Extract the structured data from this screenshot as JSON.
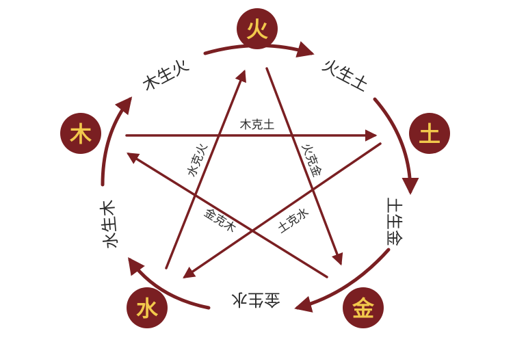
{
  "colors": {
    "accent": "#7a1f22",
    "node_fill": "#7a1f22",
    "node_text": "#f2c94c",
    "label_text": "#2b2b2b",
    "background": "#ffffff"
  },
  "nodes": {
    "fire": "火",
    "earth": "土",
    "metal": "金",
    "water": "水",
    "wood": "木"
  },
  "generating_labels": {
    "wood_fire": "木生火",
    "fire_earth": "火生土",
    "earth_metal": "土生金",
    "metal_water": "金生水",
    "water_wood": "水生木"
  },
  "overcoming_labels": {
    "wood_earth": "木克土",
    "water_fire": "水克火",
    "fire_metal": "火克金",
    "metal_wood": "金克木",
    "earth_water": "土克水"
  }
}
